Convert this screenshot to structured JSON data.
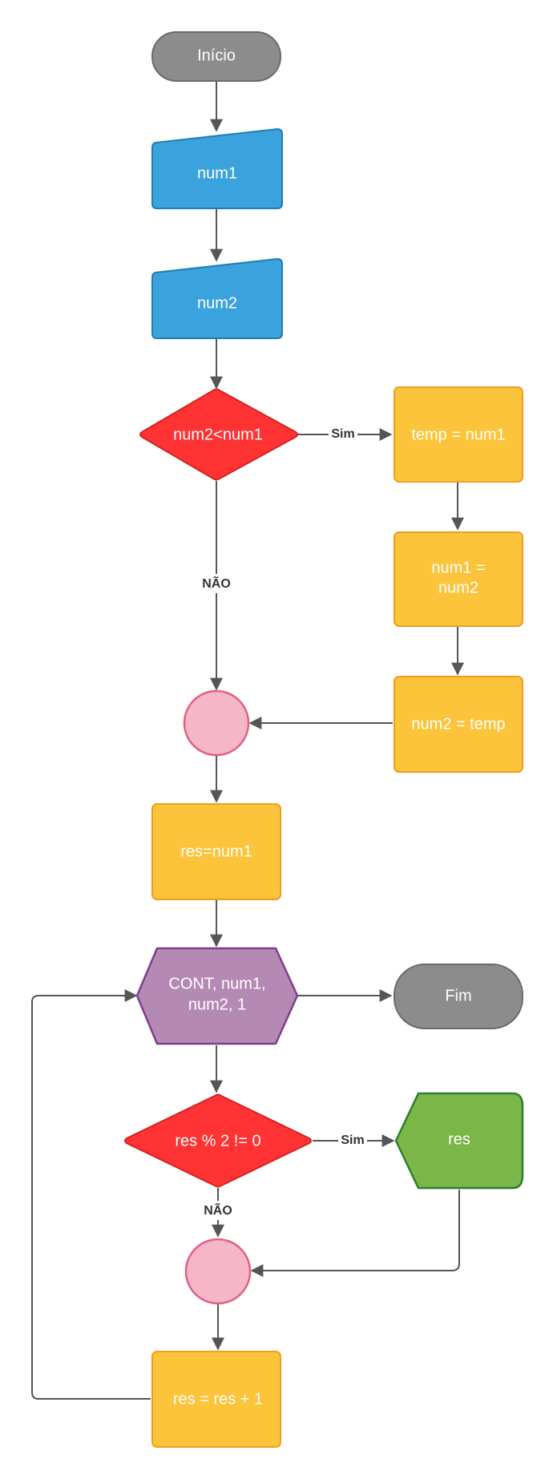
{
  "nodes": {
    "inicio": "Início",
    "num1_input": "num1",
    "num2_input": "num2",
    "cond1": "num2<num1",
    "temp_assign": "temp = num1",
    "num1_assign_l1": "num1 =",
    "num1_assign_l2": "num2",
    "num2_assign": "num2 = temp",
    "res_init": "res=num1",
    "loop_l1": "CONT, num1,",
    "loop_l2": "num2, 1",
    "fim": "Fim",
    "cond2": "res % 2 != 0",
    "res_output": "res",
    "res_increment": "res = res + 1"
  },
  "edges": {
    "sim1": "Sim",
    "nao1": "NÃO",
    "sim2": "Sim",
    "nao2": "NÃO"
  },
  "colors": {
    "terminator": "#8c8c8c",
    "input": "#3aa3de",
    "decision": "#ff3333",
    "process": "#fbc43a",
    "connector": "#f4b6c8",
    "loop": "#b48ab5",
    "output": "#7ab648"
  }
}
